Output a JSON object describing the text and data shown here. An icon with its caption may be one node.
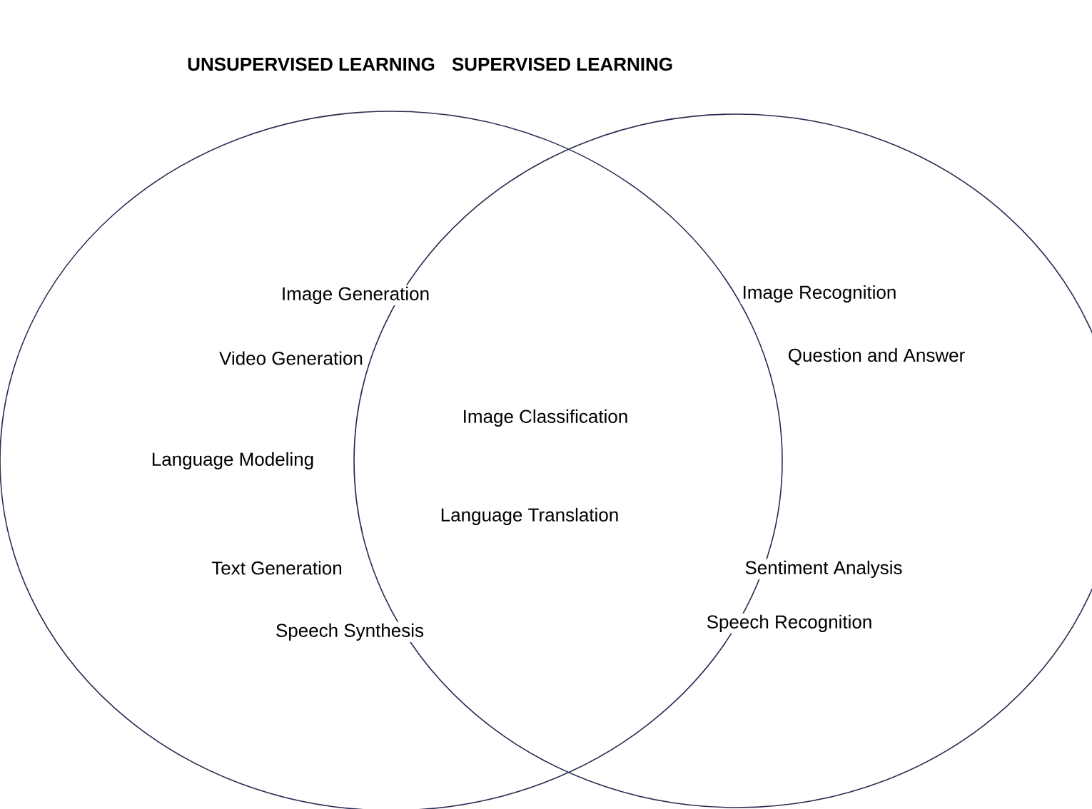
{
  "diagram": {
    "nodes": [
      {
        "text": [
          "UNSUPERVISED LEARNING"
        ]
      },
      {
        "text": [
          "SUPERVISED LEARNING"
        ]
      }
    ],
    "labels": [
      "Image Generation",
      "Image Recognition",
      "Video Generation",
      "Question and Answer",
      "Image Classification",
      "Language Modeling",
      "Language Translation",
      "Sentiment Analysis",
      "Text Generation",
      "Speech Recognition",
      "Speech Synthesis"
    ]
  }
}
